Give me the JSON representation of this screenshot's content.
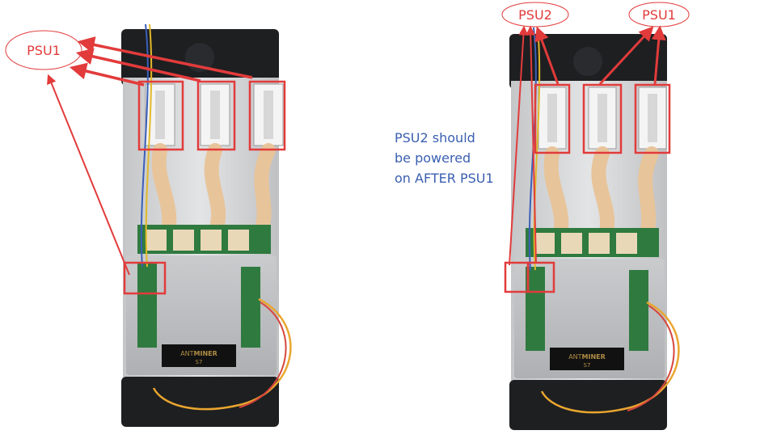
{
  "labels": {
    "left_psu": "PSU1",
    "right_psu2": "PSU2",
    "right_psu1": "PSU1"
  },
  "note_lines": [
    "PSU2 should",
    "be powered",
    "on AFTER PSU1"
  ],
  "device": {
    "brand_prefix": "ANT",
    "brand_suffix": "MINER",
    "model": "S7"
  },
  "colors": {
    "annotation": "#e23b3b",
    "note_text": "#3a5fb0",
    "chassis": "#cfd1d3",
    "fan": "#1e1f21",
    "board": "#2f7a3f",
    "ribbon": "#e8c49a"
  }
}
